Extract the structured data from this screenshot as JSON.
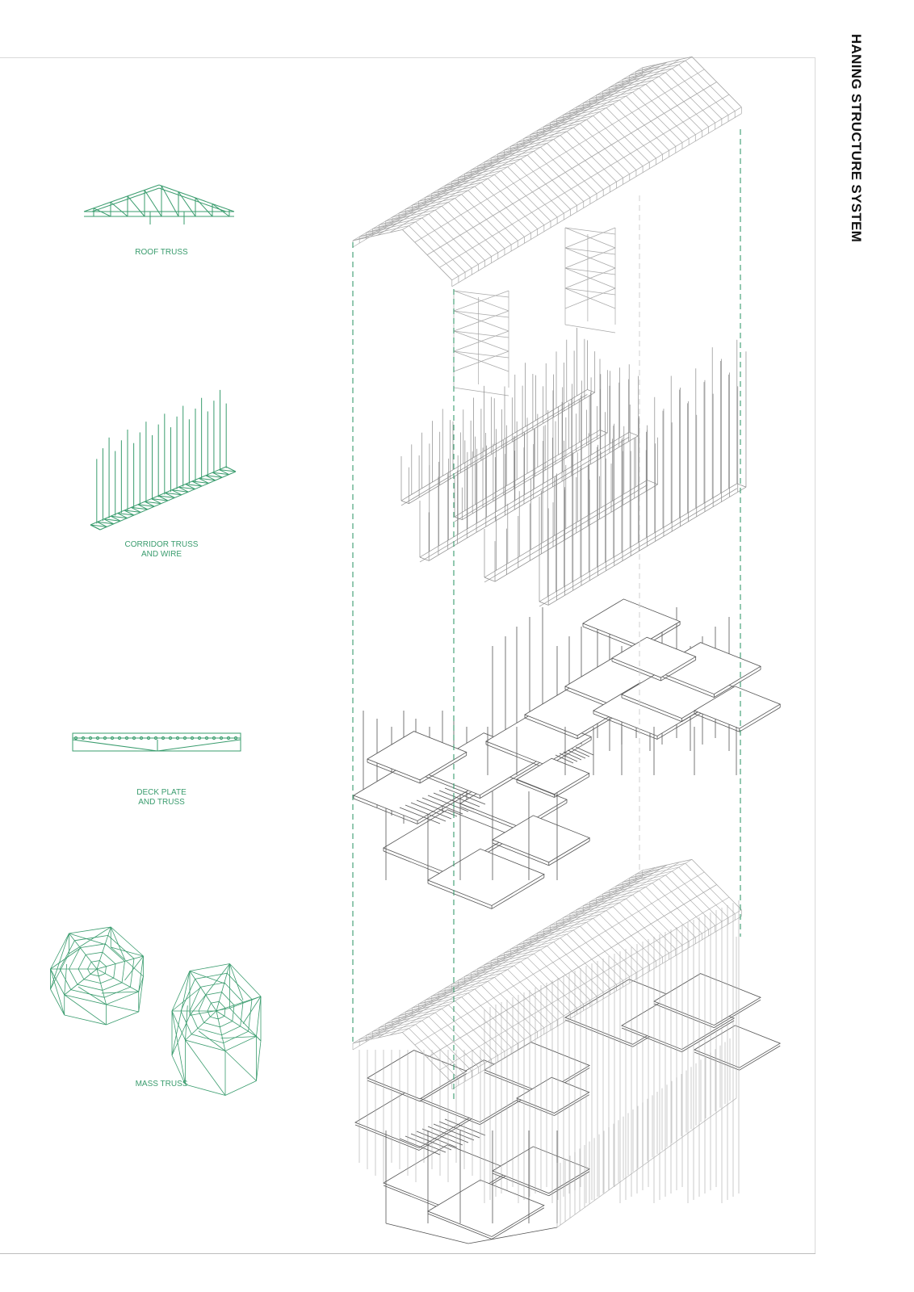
{
  "sheet": {
    "title": "HANING STRUCTURE SYSTEM",
    "accent_color": "#3a9c6e",
    "line_color": "#9a9a9a"
  },
  "legend": [
    {
      "id": "roof-truss",
      "lines": [
        "ROOF TRUSS"
      ]
    },
    {
      "id": "corridor-truss",
      "lines": [
        "CORRIDOR TRUSS",
        "AND WIRE"
      ]
    },
    {
      "id": "deck-plate",
      "lines": [
        "DECK PLATE",
        "AND TRUSS"
      ]
    },
    {
      "id": "mass-truss",
      "lines": [
        "MASS TRUSS"
      ]
    }
  ],
  "exploded_axonometric": {
    "layers": [
      "roof-truss-layer",
      "hanging-wire-layer",
      "floor-deck-layer",
      "assembled-building"
    ]
  }
}
